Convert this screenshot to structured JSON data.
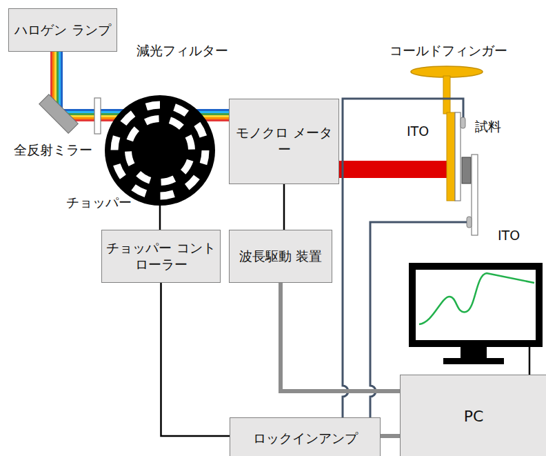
{
  "diagram": {
    "nodes": [
      {
        "text": [
          "ハロゲン ランプ"
        ]
      },
      {
        "text": [
          "モノクロ メーター"
        ]
      },
      {
        "text": [
          "チョッパー コントローラー"
        ]
      },
      {
        "text": [
          "波長駆動 装置"
        ]
      },
      {
        "text": [
          "ロックインアンプ"
        ]
      },
      {
        "text": [
          "PC"
        ]
      }
    ],
    "edges": [
      {
        "from": 1,
        "to": 3,
        "arrow": "none"
      },
      {
        "from": 2,
        "to": 4,
        "arrow": "none"
      },
      {
        "from": 3,
        "to": 5,
        "arrow": "none"
      },
      {
        "from": 4,
        "to": 5,
        "arrow": "none"
      }
    ],
    "labels": [
      "減光フィルター",
      "全反射ミラー",
      "チョッパー",
      "コールドフィンガー",
      "ITO",
      "試料",
      "ITO"
    ]
  }
}
